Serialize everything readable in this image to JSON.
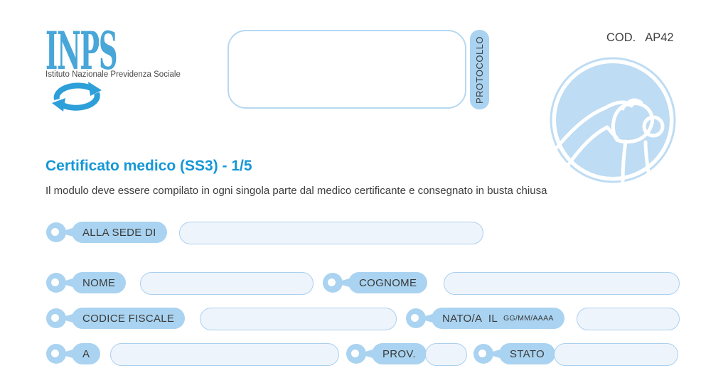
{
  "header": {
    "logo": {
      "acronym": "INPS",
      "subtitle": "Istituto Nazionale Previdenza Sociale"
    },
    "protocol_label": "PROTOCOLLO",
    "code_label": "COD.",
    "code_value": "AP42"
  },
  "title": "Certificato medico (SS3) - 1/5",
  "instruction": "Il modulo deve essere compilato in ogni singola parte dal medico certificante e consegnato in busta chiusa",
  "fields": {
    "alla_sede_di": {
      "label": "ALLA SEDE DI",
      "value": ""
    },
    "nome": {
      "label": "NOME",
      "value": ""
    },
    "cognome": {
      "label": "COGNOME",
      "value": ""
    },
    "codice_fiscale": {
      "label": "CODICE FISCALE",
      "value": ""
    },
    "nato_il": {
      "label": "NATO/A IL",
      "hint": "GG/MM/AAAA",
      "value": ""
    },
    "a": {
      "label": "A",
      "value": ""
    },
    "prov": {
      "label": "PROV.",
      "value": ""
    },
    "stato": {
      "label": "STATO",
      "value": ""
    }
  },
  "colors": {
    "title_blue": "#1697d6",
    "pill_blue": "#a9d3f0",
    "field_fill": "#eef4fc",
    "field_border": "#abd0ee",
    "icon_disc_blue": "#bedcf3",
    "logo_blue": "#48a6d8",
    "swirl_blue": "#2d9fd9",
    "text_dark": "#3a3a3a"
  }
}
